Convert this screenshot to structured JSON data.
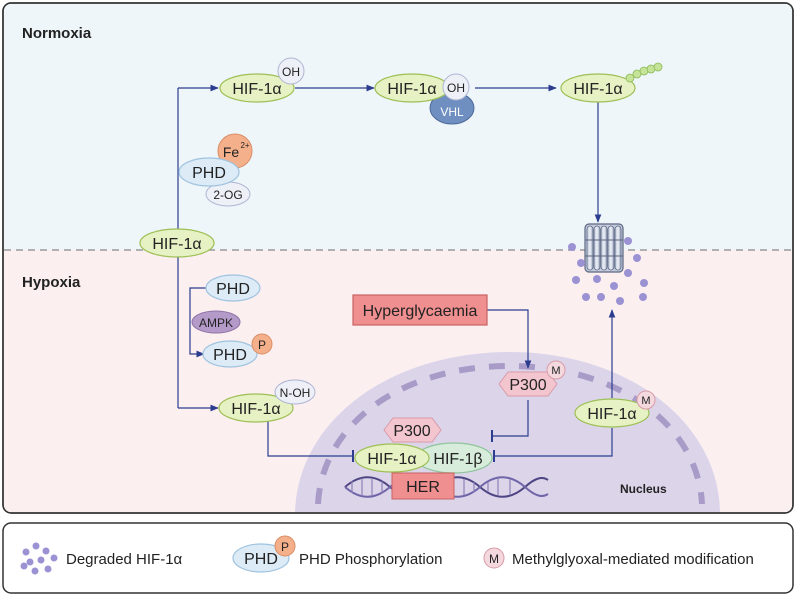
{
  "regions": {
    "normoxia": "Normoxia",
    "hypoxia": "Hypoxia",
    "nucleus": "Nucleus"
  },
  "nodes": {
    "hif_center": "HIF-1α",
    "hif_oh": "HIF-1α",
    "oh_1": "OH",
    "hif_vhl": "HIF-1α",
    "oh_2": "OH",
    "vhl": "VHL",
    "hif_ub": "HIF-1α",
    "fe": "Fe",
    "fe_sup": "2+",
    "phd_norm": "PHD",
    "og": "2-OG",
    "phd_hyp": "PHD",
    "ampk": "AMPK",
    "phd_p": "PHD",
    "p_badge": "P",
    "hif_noh": "HIF-1α",
    "noh": "N-OH",
    "hyperglycaemia": "Hyperglycaemia",
    "p300_m": "P300",
    "m_badge_1": "M",
    "hif_m": "HIF-1α",
    "m_badge_2": "M",
    "p300_complex": "P300",
    "hif_complex": "HIF-1α",
    "hif1b": "HIF-1β",
    "her": "HER"
  },
  "legend": {
    "degraded": "Degraded HIF-1α",
    "phd": "PHD",
    "p": "P",
    "phd_phos": "PHD Phosphorylation",
    "m": "M",
    "methyl": "Methylglyoxal-mediated modification"
  },
  "colors": {
    "normoxia_bg": "#eef6fa",
    "hypoxia_bg": "#fbeff0",
    "hif_fill": "#e6f1c4",
    "hif_stroke": "#9dbf55",
    "phd_fill": "#dcebf6",
    "arrow": "#2c3d8f",
    "vhl": "#6f8fc1",
    "ampk": "#b49ac8",
    "fe": "#f4b08a",
    "pink": "#f3c6cf",
    "hyper": "#f08f8f",
    "nucleus": "#dcd5ea",
    "degraded": "#9b92d4"
  }
}
